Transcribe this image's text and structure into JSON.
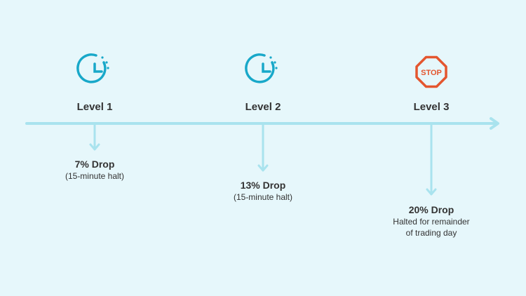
{
  "colors": {
    "background": "#e6f7fb",
    "timeline": "#a9e3ee",
    "clock_icon": "#18a8c9",
    "stop_icon": "#e4562f",
    "text": "#333333"
  },
  "levels": [
    {
      "title": "Level 1",
      "icon": "clock-icon",
      "drop_title": "7% Drop",
      "drop_desc_lines": [
        "(15-minute halt)"
      ]
    },
    {
      "title": "Level 2",
      "icon": "clock-icon",
      "drop_title": "13% Drop",
      "drop_desc_lines": [
        "(15-minute halt)"
      ]
    },
    {
      "title": "Level 3",
      "icon": "stop-sign-icon",
      "icon_text": "STOP",
      "drop_title": "20% Drop",
      "drop_desc_lines": [
        "Halted for remainder",
        "of trading day"
      ]
    }
  ]
}
